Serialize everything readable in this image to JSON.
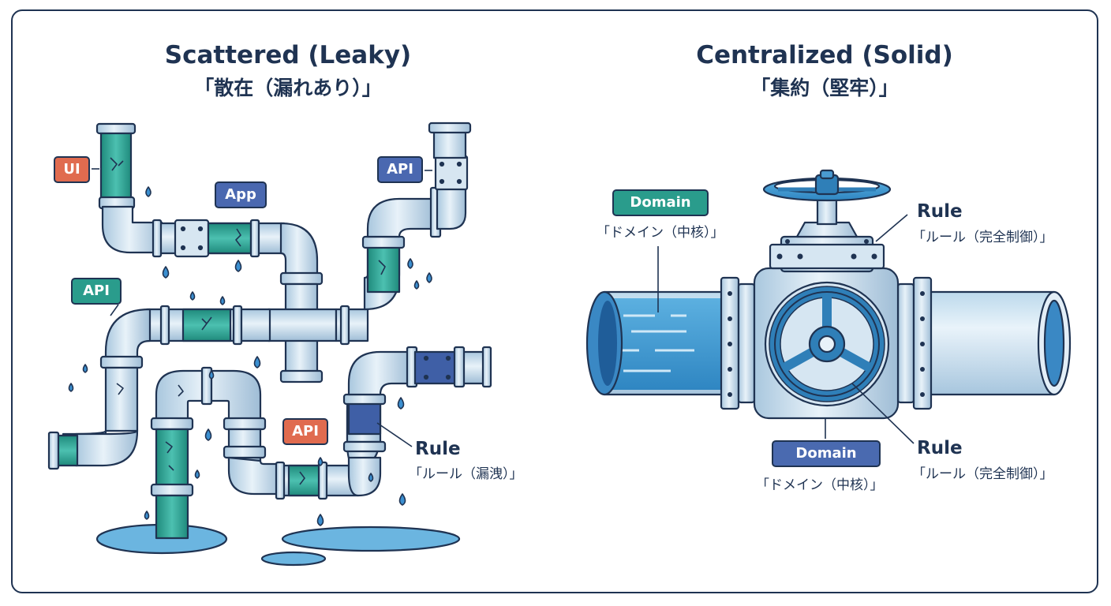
{
  "left": {
    "title": "Scattered (Leaky)",
    "subtitle": "「散在（漏れあり）」",
    "badges": {
      "ui": "UI",
      "app": "App",
      "api_top": "API",
      "api_left": "API",
      "api_bottom": "API"
    },
    "rule_label": "Rule",
    "rule_sub": "「ルール（漏洩）」"
  },
  "right": {
    "title": "Centralized (Solid)",
    "subtitle": "「集約（堅牢）」",
    "domain_top": "Domain",
    "domain_top_sub": "「ドメイン（中核）」",
    "rule_top": "Rule",
    "rule_top_sub": "「ルール（完全制御）」",
    "domain_bottom": "Domain",
    "domain_bottom_sub": "「ドメイン（中核）」",
    "rule_bottom": "Rule",
    "rule_bottom_sub": "「ルール（完全制御）」"
  },
  "colors": {
    "outline": "#1f3352",
    "pipe": "#cfe2ef",
    "teal_pipe": "#3aa89a",
    "water": "#6bb5e0"
  }
}
